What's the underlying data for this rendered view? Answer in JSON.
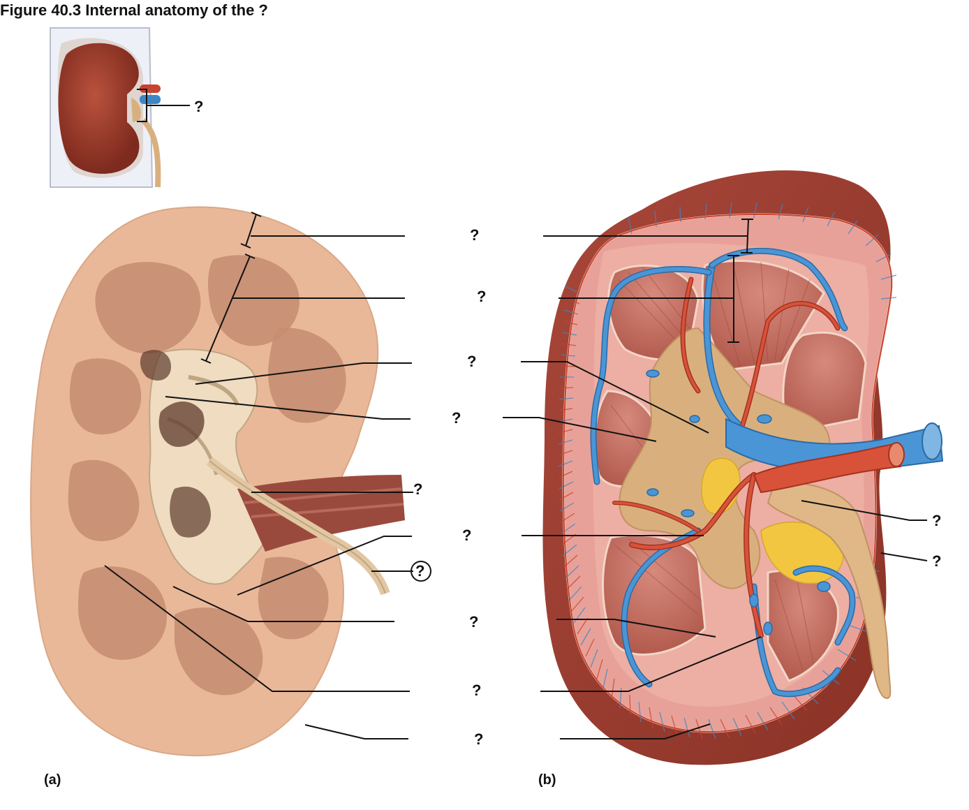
{
  "figure": {
    "title": "Figure 40.3  Internal anatomy of the ?"
  },
  "inset": {
    "label": "?"
  },
  "panel_a": {
    "tag": "(a)",
    "labels": [
      "?",
      "?",
      "?",
      "?",
      "?",
      "?",
      "?",
      "?",
      "?",
      "?"
    ]
  },
  "panel_b": {
    "tag": "(b)",
    "labels": [
      "?",
      "?"
    ]
  },
  "colors": {
    "kidney_red": "#9c3a2c",
    "cortex_photo": "#e9b899",
    "medulla_photo": "#c68e72",
    "artery": "#c8432f",
    "vein": "#3d86c6",
    "pelvis": "#d9b07d",
    "fat": "#f2c640"
  }
}
